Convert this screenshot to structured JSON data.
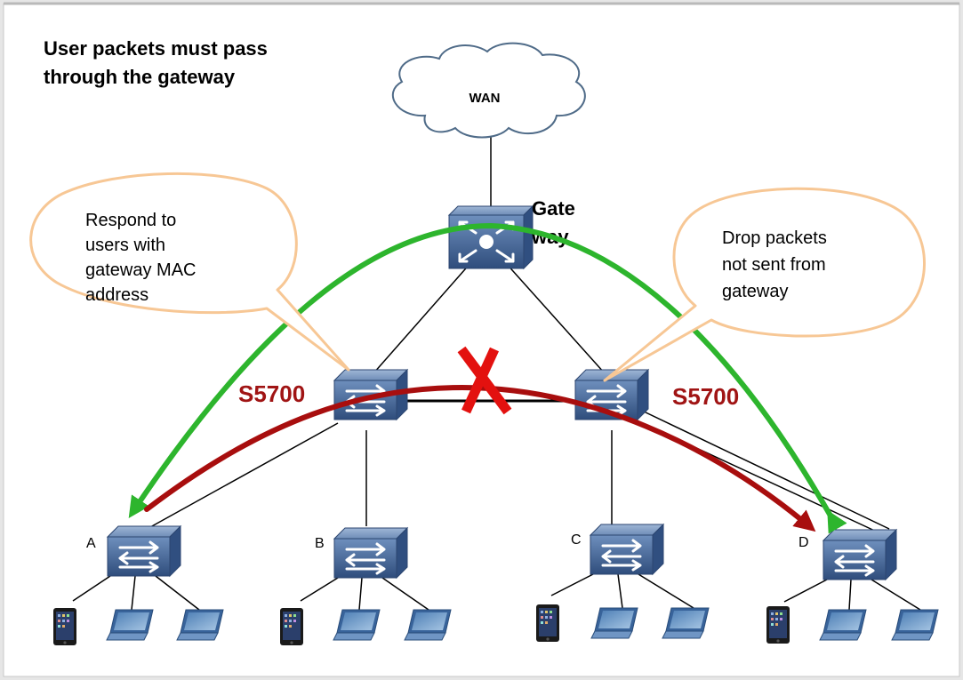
{
  "title_lines": [
    "User packets must pass",
    "through the gateway"
  ],
  "cloud_label": "WAN",
  "gateway_label_lines": [
    "Gate",
    "way"
  ],
  "left_switch_label": "S5700",
  "right_switch_label": "S5700",
  "callout_left_lines": [
    "Respond to",
    "users with",
    "gateway MAC",
    "address"
  ],
  "callout_right_lines": [
    "Drop packets",
    "not sent from",
    "gateway"
  ],
  "access_switches": [
    "A",
    "B",
    "C",
    "D"
  ],
  "colors": {
    "green_path": "#2db52d",
    "red_path": "#a80e0e",
    "label_red": "#a01414",
    "x_mark": "#e3110f",
    "callout_fill": "#ffffff",
    "callout_stroke": "#f7c795",
    "device_fill": "#3f5f8f",
    "cloud_fill": "#ffffff",
    "cloud_stroke": "#4f6b88"
  },
  "icons": [
    "cloud-icon",
    "router-icon",
    "switch-icon",
    "tablet-icon",
    "laptop-icon",
    "x-mark-icon"
  ]
}
